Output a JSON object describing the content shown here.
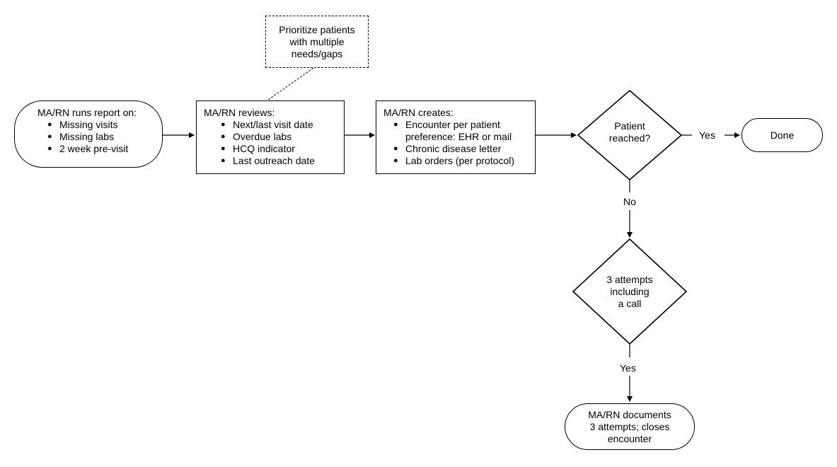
{
  "start": {
    "title": "MA/RN runs report on:",
    "items": [
      "Missing visits",
      "Missing labs",
      "2 week pre-visit"
    ]
  },
  "review": {
    "title": "MA/RN reviews:",
    "items": [
      "Next/last visit date",
      "Overdue labs",
      "HCQ indicator",
      "Last outreach date"
    ]
  },
  "note": {
    "lines": [
      "Prioritize patients",
      "with multiple",
      "needs/gaps"
    ]
  },
  "create": {
    "title": "MA/RN creates:",
    "item1_line1": "Encounter per patient",
    "item1_line2": "preference: EHR or mail",
    "item2": "Chronic disease letter",
    "item3": "Lab orders (per protocol)"
  },
  "decision1": {
    "lines": [
      "Patient",
      "reached?"
    ]
  },
  "done": {
    "label": "Done"
  },
  "decision2": {
    "lines": [
      "3 attempts",
      "including",
      "a call"
    ]
  },
  "final": {
    "lines": [
      "MA/RN documents",
      "3 attempts; closes",
      "encounter"
    ]
  },
  "edge_labels": {
    "yes1": "Yes",
    "no": "No",
    "yes2": "Yes"
  }
}
